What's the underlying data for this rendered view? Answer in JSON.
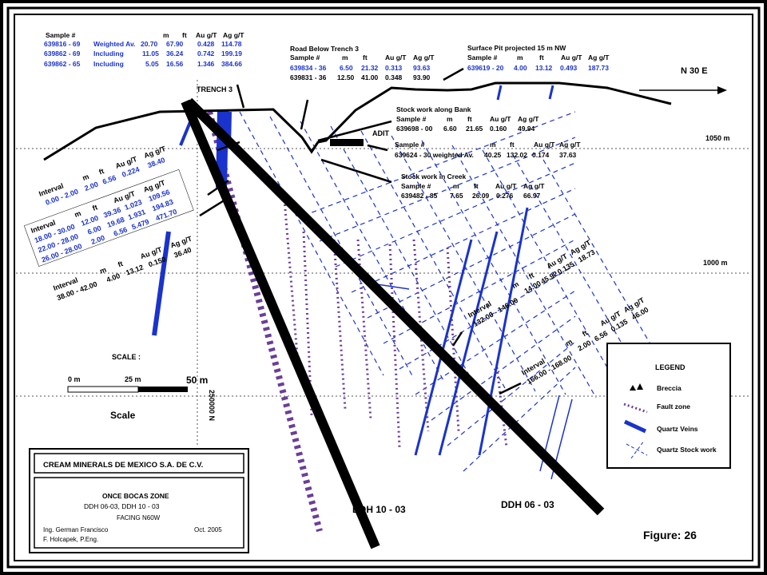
{
  "header_table": {
    "cols": [
      "Sample #",
      "m",
      "ft",
      "Au g/T",
      "Ag g/T"
    ],
    "rows": [
      [
        "639816 - 69",
        "Weighted Av.",
        "20.70",
        "67.90",
        "0.428",
        "114.78"
      ],
      [
        "639862 - 69",
        "Including",
        "11.05",
        "36.24",
        "0.742",
        "199.19"
      ],
      [
        "639862 - 65",
        "Including",
        "5.05",
        "16.56",
        "1.346",
        "384.66"
      ]
    ]
  },
  "road": {
    "title": "Road Below Trench 3",
    "cols": [
      "Sample #",
      "m",
      "ft",
      "Au g/T",
      "Ag g/T"
    ],
    "rows": [
      [
        "639834 - 36",
        "6.50",
        "21.32",
        "0.313",
        "93.63"
      ],
      [
        "639831 - 36",
        "12.50",
        "41.00",
        "0.348",
        "93.90"
      ]
    ]
  },
  "pit": {
    "title": "Surface Pit projected 15 m NW",
    "cols": [
      "Sample #",
      "m",
      "ft",
      "Au g/T",
      "Ag g/T"
    ],
    "row": [
      "639619 - 20",
      "4.00",
      "13.12",
      "0.493",
      "187.73"
    ]
  },
  "bank": {
    "title": "Stock work along Bank",
    "cols": [
      "Sample #",
      "m",
      "ft",
      "Au g/T",
      "Ag g/T"
    ],
    "row": [
      "639698 - 00",
      "6.60",
      "21.65",
      "0.160",
      "49.94"
    ]
  },
  "adit": {
    "label": "ADIT",
    "cols": [
      "Sample #",
      "m",
      "ft",
      "Au g/T",
      "Ag g/T"
    ],
    "row": [
      "639624 - 30 weighted Av.",
      "40.25",
      "132.02",
      "0.174",
      "37.63"
    ]
  },
  "creek": {
    "title": "Stock work in Creek",
    "cols": [
      "Sample #",
      "m",
      "ft",
      "Au g/T",
      "Ag g/T"
    ],
    "row": [
      "639482 - 85",
      "7.65",
      "26.09",
      "0.276",
      "66.97"
    ]
  },
  "trench": "TRENCH 3",
  "direction": "N 30 E",
  "elevations": [
    "1050 m",
    "1000 m"
  ],
  "northing": "250000 N",
  "rot_int1": {
    "cols": [
      "Interval",
      "m",
      "ft",
      "Au g/T",
      "Ag g/T"
    ],
    "rows": [
      [
        "0.00 - 2.00",
        "2.00",
        "6.56",
        "0.224",
        "38.40"
      ]
    ]
  },
  "rot_int2": {
    "cols": [
      "Interval",
      "m",
      "ft",
      "Au g/T",
      "Ag g/T"
    ],
    "rows": [
      [
        "18.00 - 30.00",
        "12.00",
        "39.36",
        "1.023",
        "109.56"
      ],
      [
        "22.00 - 28.00",
        "6.00",
        "19.68",
        "1.931",
        "194.83"
      ],
      [
        "26.00 - 28.00",
        "2.00",
        "6.56",
        "5.479",
        "471.70"
      ]
    ]
  },
  "rot_int3": {
    "cols": [
      "Interval",
      "m",
      "ft",
      "Au g/T",
      "Ag g/T"
    ],
    "rows": [
      [
        "38.00 - 42.00",
        "4.00",
        "13.12",
        "0.150",
        "36.40"
      ]
    ]
  },
  "rot_int4": {
    "cols": [
      "Interval",
      "m",
      "ft",
      "Au g/T",
      "Ag g/T"
    ],
    "rows": [
      [
        "132.00 - 146.00",
        "14.00",
        "45.92",
        "0.135",
        "18.73"
      ]
    ]
  },
  "rot_int5": {
    "cols": [
      "Interval",
      "m",
      "ft",
      "Au g/T",
      "Ag g/T"
    ],
    "rows": [
      [
        "166.00 - 168.00",
        "2.00",
        "6.56",
        "0.135",
        "46.00"
      ]
    ]
  },
  "scale": {
    "title": "SCALE :",
    "zero": "0 m",
    "mid": "25 m",
    "end": "50 m",
    "caption": "Scale"
  },
  "legend": {
    "title": "LEGEND",
    "items": [
      "Breccia",
      "Fault zone",
      "Quartz Veins",
      "Quartz Stock work"
    ]
  },
  "drillholes": [
    "DDH 10 - 03",
    "DDH 06 - 03"
  ],
  "title_block": {
    "company": "CREAM MINERALS DE MEXICO S.A. DE C.V.",
    "zone": "ONCE BOCAS ZONE",
    "holes": "DDH 06-03,  DDH 10 - 03",
    "facing": "FACING N60W",
    "eng1": "Ing. German Francisco",
    "eng2": "F. Holcapek, P.Eng.",
    "date": "Oct. 2005"
  },
  "figure": "Figure: 26",
  "colors": {
    "blue": "#1a33cc",
    "purple": "#6a3d9a",
    "black": "#000000"
  }
}
